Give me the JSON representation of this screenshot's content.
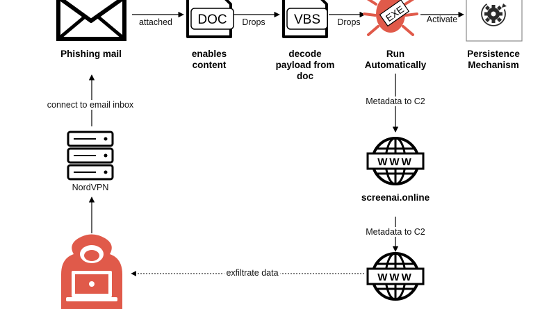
{
  "nodes": {
    "mail": {
      "label": "Phishing mail"
    },
    "doc": {
      "label_lines": [
        "enables",
        "content"
      ],
      "badge": "DOC"
    },
    "vbs": {
      "label_lines": [
        "decode",
        "payload from",
        "doc"
      ],
      "badge": "VBS"
    },
    "exe": {
      "label_lines": [
        "Run",
        "Automatically"
      ],
      "badge": "EXE"
    },
    "persist": {
      "label_lines": [
        "Persistence",
        "Mechanism"
      ]
    },
    "c2": {
      "label": "screenai.online",
      "badge": "WWW"
    },
    "c2_bottom": {
      "badge": "WWW"
    },
    "vpn": {
      "label": "NordVPN"
    }
  },
  "edges": {
    "attached": "attached",
    "drops_1": "Drops",
    "drops_2": "Drops",
    "activate": "Activate",
    "metadata_1": "Metadata to C2",
    "metadata_2": "Metadata to C2",
    "connect": "connect to email inbox",
    "exfiltrate": "exfiltrate data"
  },
  "colors": {
    "accent": "#e05a4a",
    "stroke": "#000000",
    "persist_border": "#8a8a8a",
    "gear": "#2b2b2b"
  }
}
